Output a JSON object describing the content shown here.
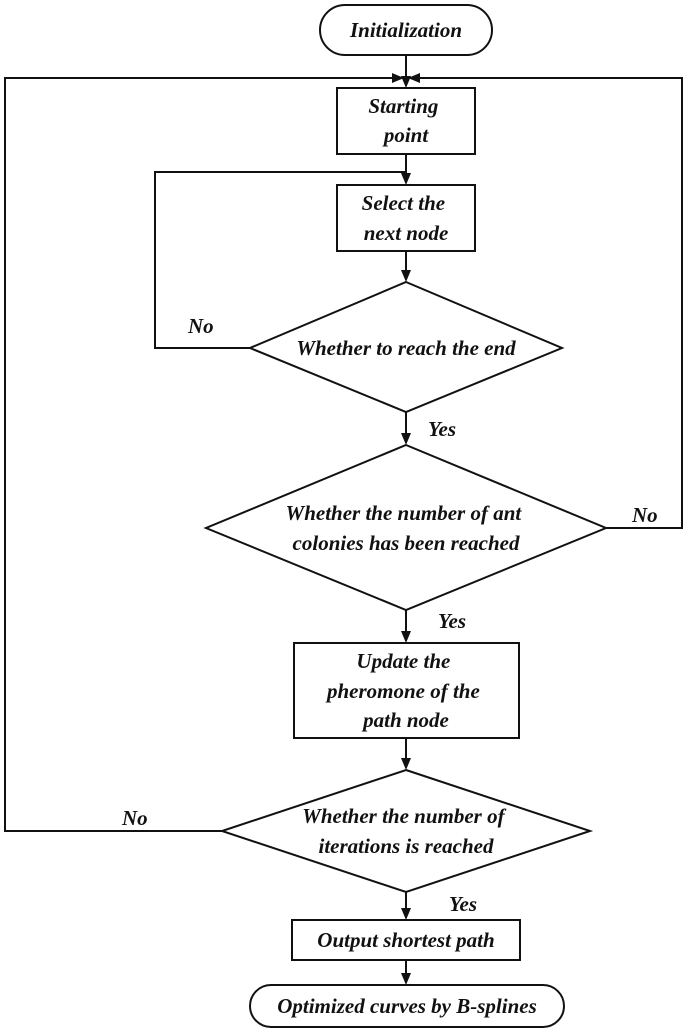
{
  "nodes": {
    "initialization": {
      "lines": [
        "Initialization"
      ]
    },
    "starting_point": {
      "lines": [
        "Starting",
        "point"
      ]
    },
    "select_next_node": {
      "lines": [
        "Select the",
        "next node"
      ]
    },
    "reach_end": {
      "lines": [
        "Whether to reach the end"
      ]
    },
    "ant_colonies": {
      "lines": [
        "Whether the number of ant",
        "colonies has been reached"
      ]
    },
    "update_pheromone": {
      "lines": [
        "Update the",
        "pheromone of the",
        "path node"
      ]
    },
    "iterations": {
      "lines": [
        "Whether the number of",
        "iterations is reached"
      ]
    },
    "output_path": {
      "lines": [
        "Output shortest path"
      ]
    },
    "optimized_curves": {
      "lines": [
        "Optimized curves by B-splines"
      ]
    }
  },
  "edge_labels": {
    "reach_end_no": "No",
    "reach_end_yes": "Yes",
    "ant_colonies_no": "No",
    "ant_colonies_yes": "Yes",
    "iterations_no": "No",
    "iterations_yes": "Yes"
  }
}
